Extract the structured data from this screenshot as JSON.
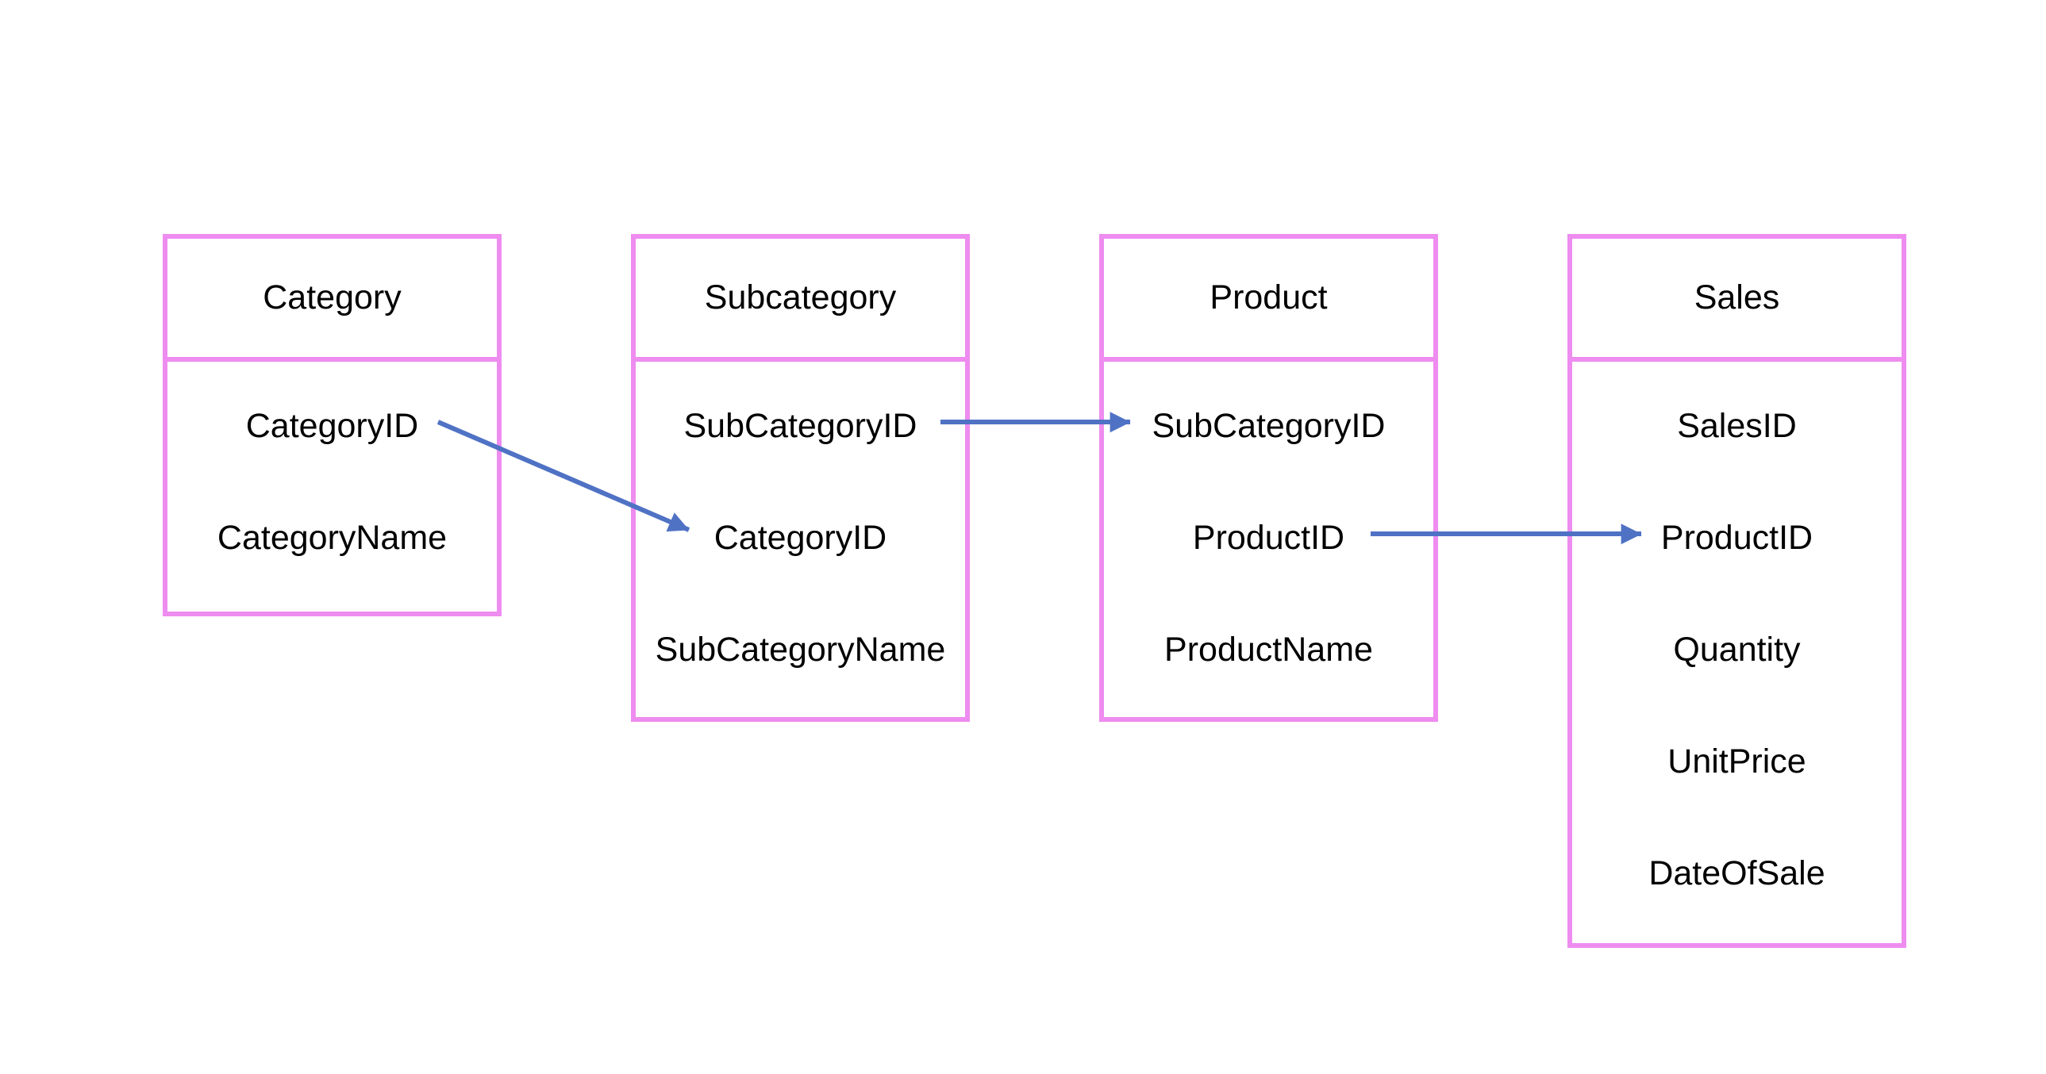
{
  "colors": {
    "entity_border": "#ee8cf0",
    "arrow": "#4f72c4",
    "background": "#ffffff"
  },
  "entities": [
    {
      "title": "Category",
      "fields": [
        "CategoryID",
        "CategoryName"
      ]
    },
    {
      "title": "Subcategory",
      "fields": [
        "SubCategoryID",
        "CategoryID",
        "SubCategoryName"
      ]
    },
    {
      "title": "Product",
      "fields": [
        "SubCategoryID",
        "ProductID",
        "ProductName"
      ]
    },
    {
      "title": "Sales",
      "fields": [
        "SalesID",
        "ProductID",
        "Quantity",
        "UnitPrice",
        "DateOfSale"
      ]
    }
  ],
  "relationships": [
    {
      "from": "Category.CategoryID",
      "to": "Subcategory.CategoryID"
    },
    {
      "from": "Subcategory.SubCategoryID",
      "to": "Product.SubCategoryID"
    },
    {
      "from": "Product.ProductID",
      "to": "Sales.ProductID"
    }
  ]
}
